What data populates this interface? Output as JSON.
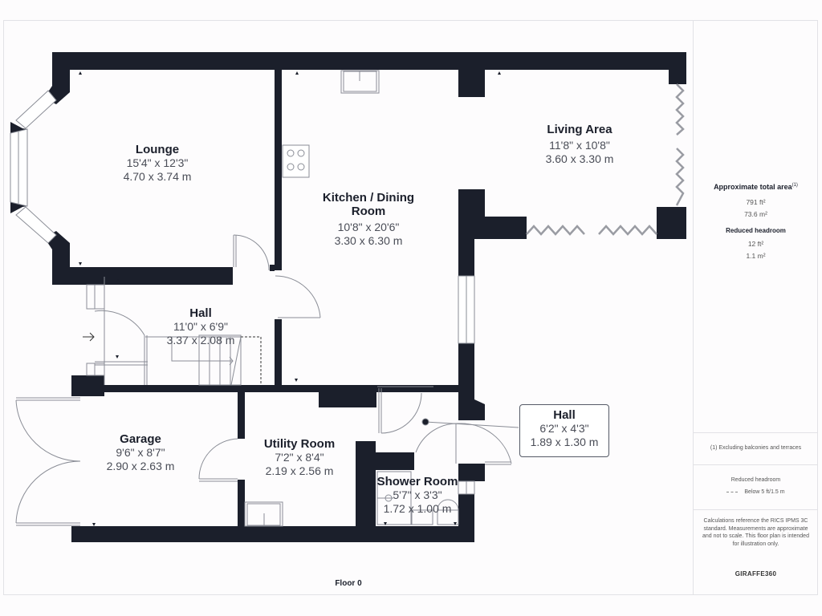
{
  "floor_label": "Floor 0",
  "colors": {
    "wall": "#1b1f2b",
    "line": "#8a8d96",
    "text_dark": "#1b1f2b",
    "text_dim": "#4a4d57",
    "border": "#e2e2e6"
  },
  "rooms": {
    "lounge": {
      "name": "Lounge",
      "imperial": "15'4\" x 12'3\"",
      "metric": "4.70 x 3.74 m"
    },
    "kitchen": {
      "name_line1": "Kitchen / Dining",
      "name_line2": "Room",
      "imperial": "10'8\" x 20'6\"",
      "metric": "3.30 x 6.30 m"
    },
    "living": {
      "name": "Living Area",
      "imperial": "11'8\" x 10'8\"",
      "metric": "3.60 x 3.30 m"
    },
    "hall_main": {
      "name": "Hall",
      "imperial": "11'0\" x 6'9\"",
      "metric": "3.37 x 2.08 m"
    },
    "garage": {
      "name": "Garage",
      "imperial": "9'6\" x 8'7\"",
      "metric": "2.90 x 2.63 m"
    },
    "utility": {
      "name": "Utility Room",
      "imperial": "7'2\" x 8'4\"",
      "metric": "2.19 x 2.56 m"
    },
    "shower": {
      "name": "Shower Room",
      "imperial": "5'7\" x 3'3\"",
      "metric": "1.72 x 1.00 m"
    },
    "hall_small": {
      "name": "Hall",
      "imperial": "6'2\" x 4'3\"",
      "metric": "1.89 x 1.30 m"
    }
  },
  "sidebar": {
    "total_area_title": "Approximate total area",
    "total_area_footnote": "(1)",
    "total_area_ft": "791 ft²",
    "total_area_m": "73.6 m²",
    "reduced_headroom_title": "Reduced headroom",
    "reduced_headroom_ft": "12 ft²",
    "reduced_headroom_m": "1.1 m²",
    "footnote": "(1) Excluding balconies and terraces",
    "legend_title": "Reduced headroom",
    "legend_text": "Below 5 ft/1.5 m",
    "calc_note": "Calculations reference the RICS IPMS 3C standard. Measurements are approximate and not to scale. This floor plan is intended for illustration only.",
    "brand": "GIRAFFE360"
  }
}
